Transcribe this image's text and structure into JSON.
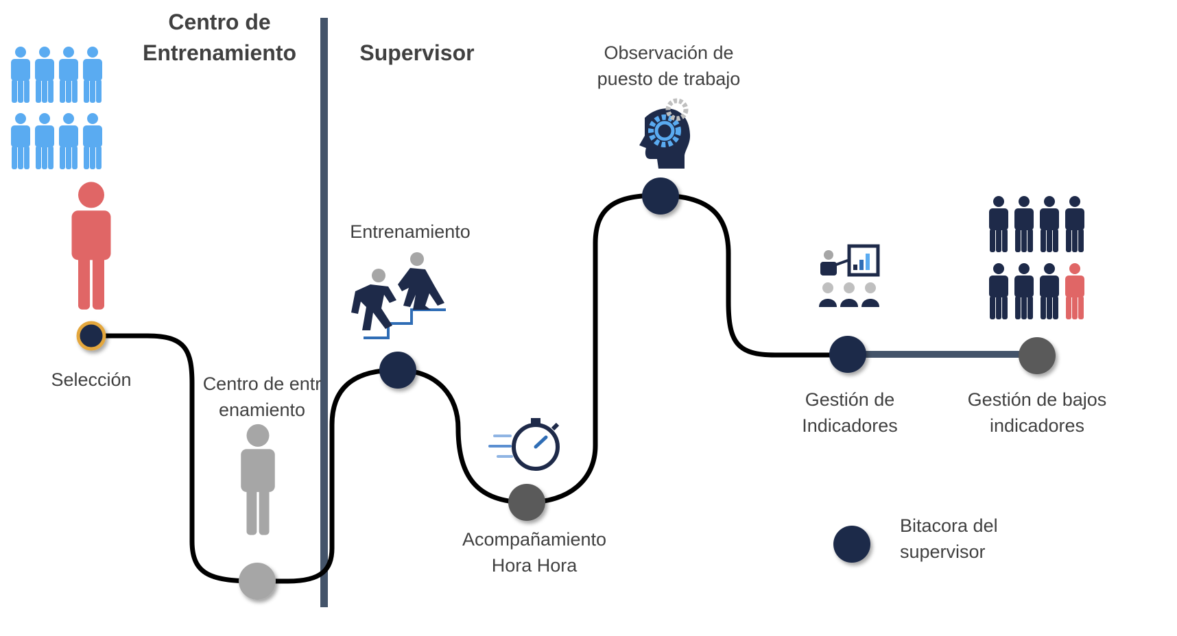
{
  "colors": {
    "navy": "#1e2a49",
    "path_line": "#000000",
    "divider": "#44546a",
    "gray_node": "#5a5a5a",
    "light_gray_node": "#a6a6a6",
    "light_blue_people": "#5aabf1",
    "red_person": "#e06666",
    "gold_ring": "#e4a73c",
    "connector": "#44546a",
    "text": "#404040"
  },
  "headers": {
    "centro": "Centro de Entrenamiento",
    "supervisor": "Supervisor"
  },
  "stages": {
    "seleccion": "Selección",
    "centro_entrenamiento": "Centro de entrenamiento",
    "entrenamiento": "Entrenamiento",
    "acompanamiento": "Acompañamiento Hora Hora",
    "observacion": "Observación de puesto de trabajo",
    "gestion_indicadores": "Gestión de Indicadores",
    "gestion_bajos": "Gestión de bajos indicadores"
  },
  "legend": {
    "label": "Bitacora del supervisor"
  },
  "icons": [
    "people-group-icon",
    "person-icon",
    "climbing-stairs-icon",
    "stopwatch-icon",
    "head-gear-icon",
    "presentation-icon"
  ]
}
